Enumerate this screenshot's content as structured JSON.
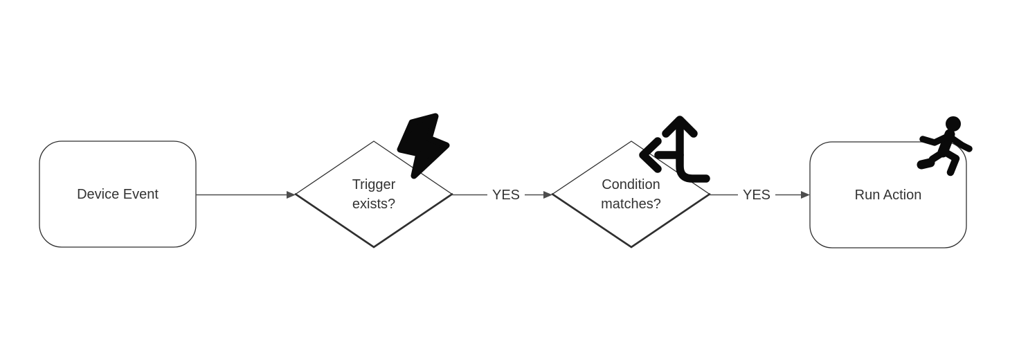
{
  "flowchart": {
    "nodes": [
      {
        "id": "device-event",
        "shape": "rounded-rectangle",
        "label": "Device Event",
        "icon": ""
      },
      {
        "id": "trigger-exists",
        "shape": "diamond",
        "label": "Trigger exists?",
        "line1": "Trigger",
        "line2": "exists?",
        "icon": "lightning-bolt"
      },
      {
        "id": "condition-matches",
        "shape": "diamond",
        "label": "Condition matches?",
        "line1": "Condition",
        "line2": "matches?",
        "icon": "split-arrows"
      },
      {
        "id": "run-action",
        "shape": "rounded-rectangle",
        "label": "Run Action",
        "icon": "person-running"
      }
    ],
    "edges": [
      {
        "from": "device-event",
        "to": "trigger-exists",
        "label": ""
      },
      {
        "from": "trigger-exists",
        "to": "condition-matches",
        "label": "YES"
      },
      {
        "from": "condition-matches",
        "to": "run-action",
        "label": "YES"
      }
    ],
    "colors": {
      "background": "#ffffff",
      "node_fill": "#ffffff",
      "node_border": "#2f2f2f",
      "edge_line": "#4d4d4d",
      "text": "#333333",
      "icon": "#0a0a0a"
    }
  }
}
